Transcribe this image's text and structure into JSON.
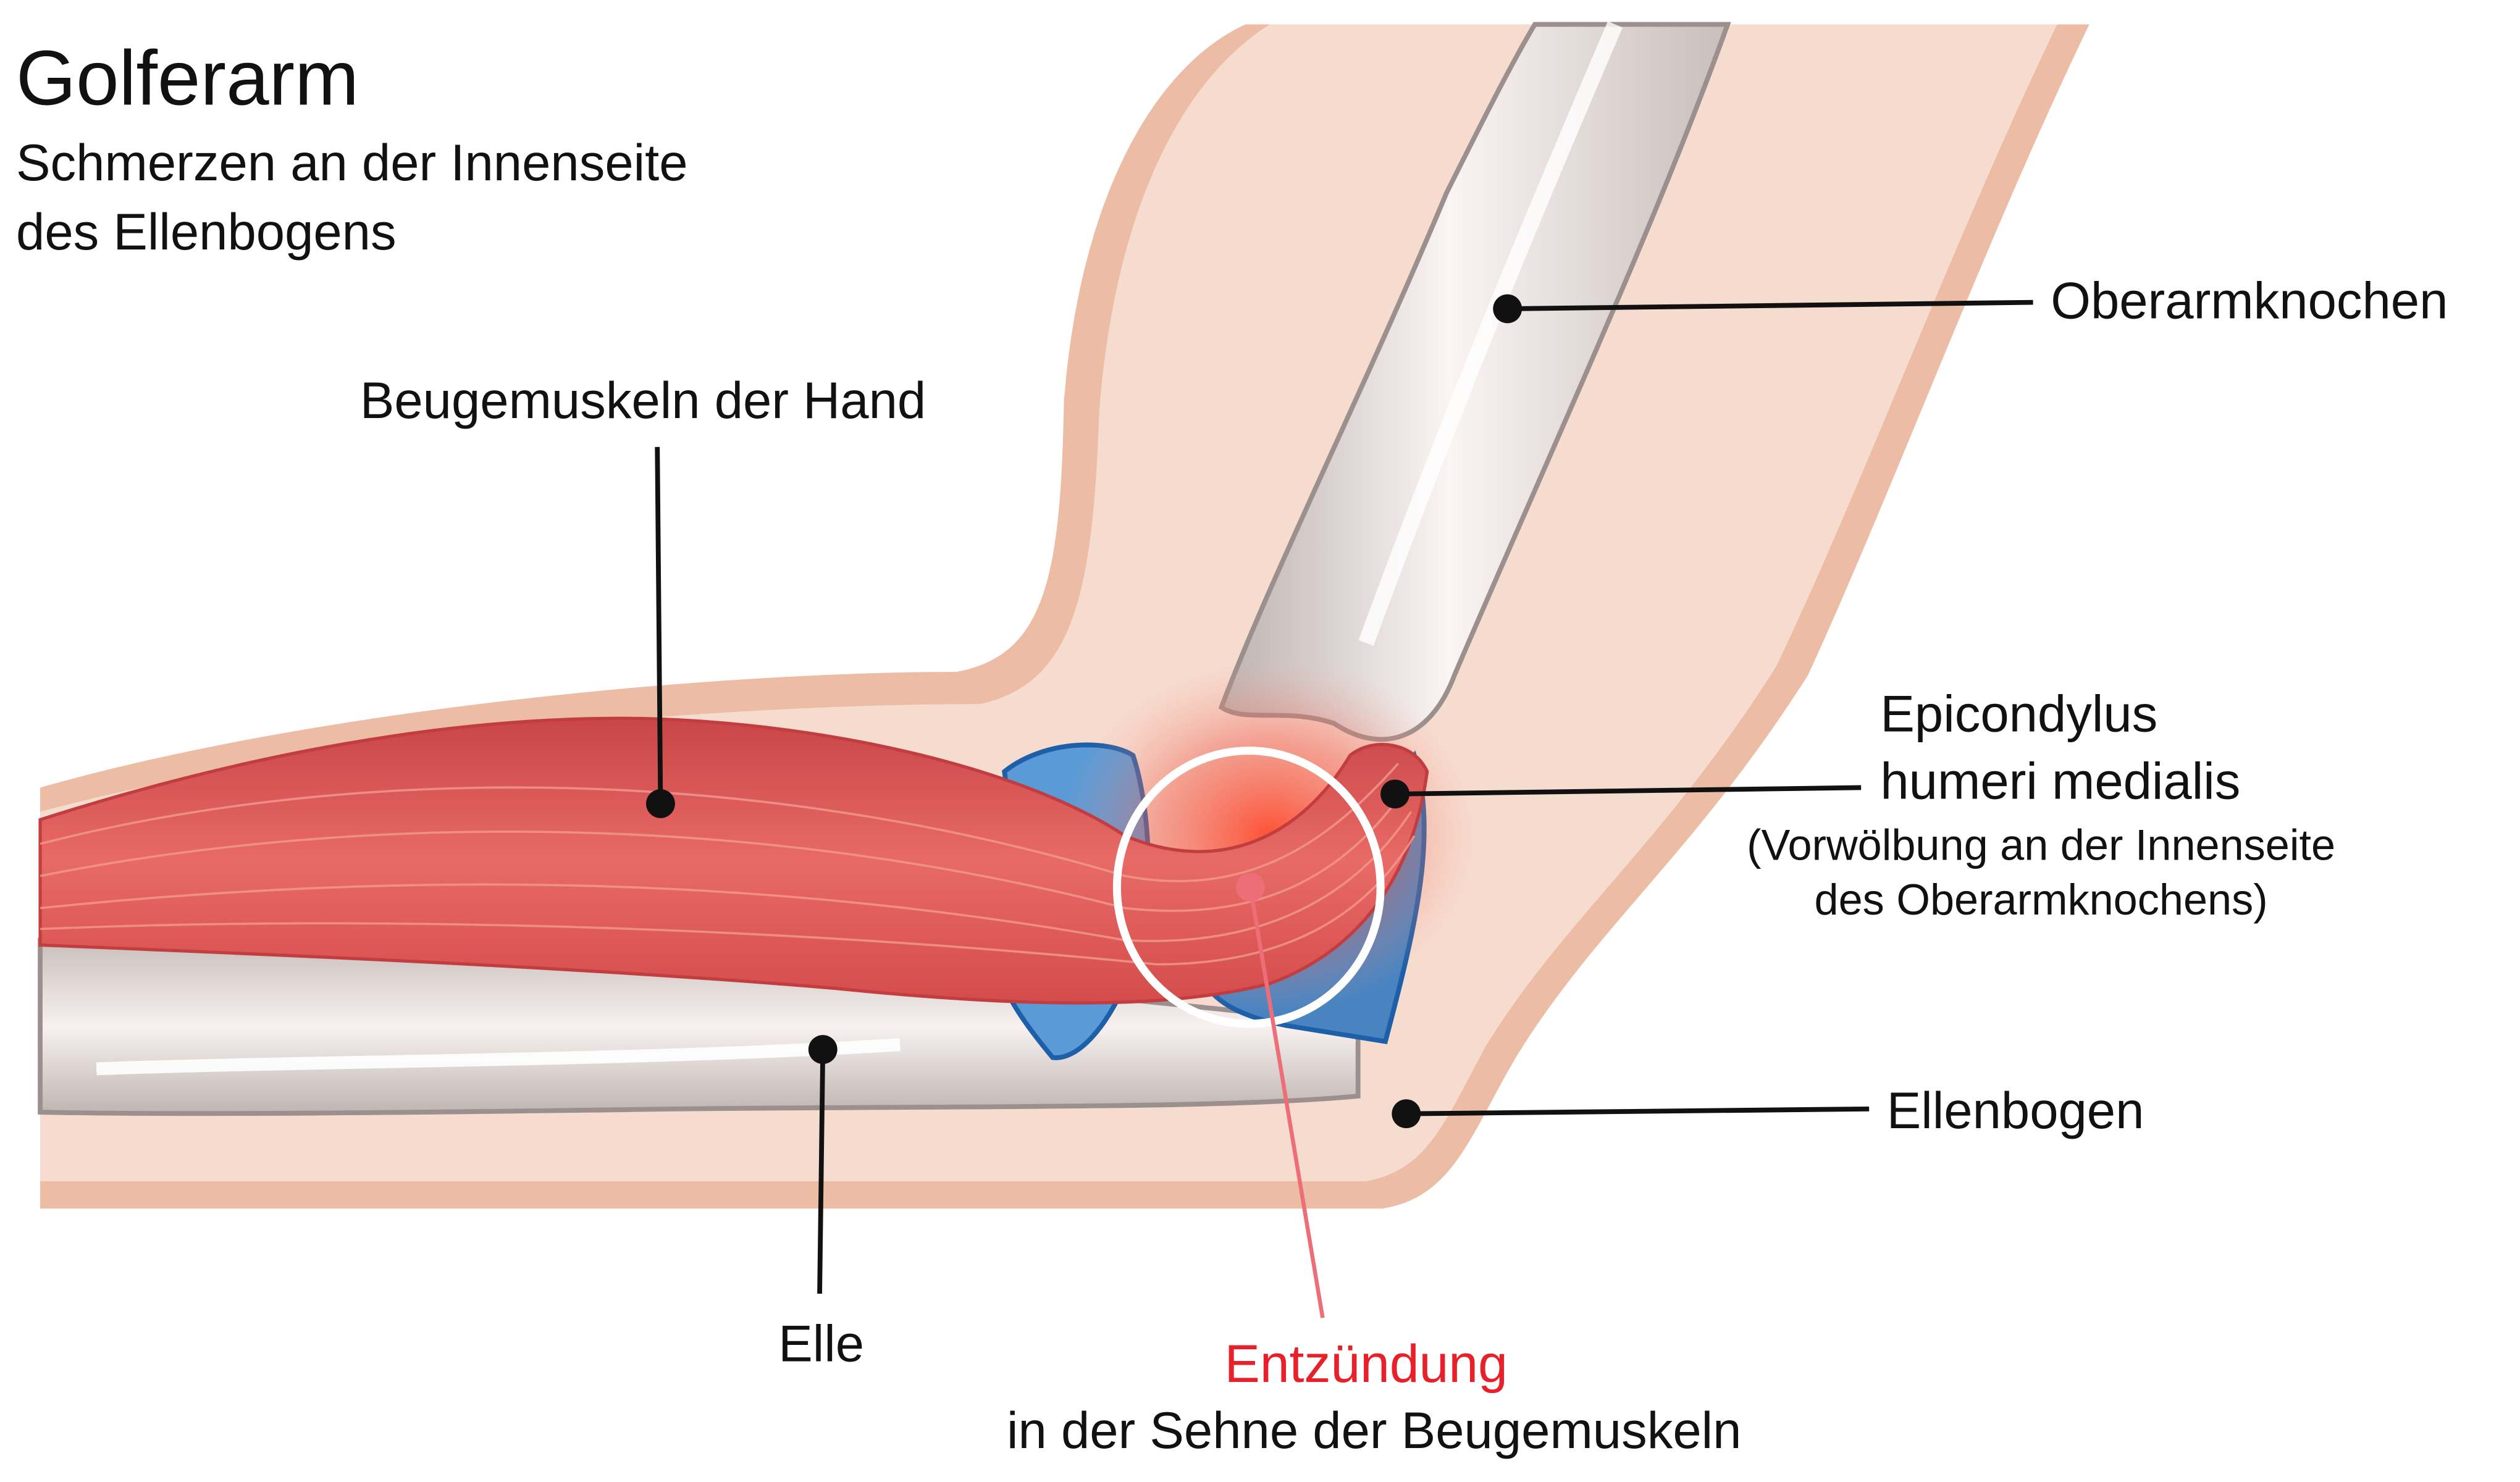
{
  "title": "Golferarm",
  "subtitle": [
    "Schmerzen an der Innenseite",
    "des Ellenbogens"
  ],
  "labels": {
    "flexors": "Beugemuskeln der Hand",
    "humerus": "Oberarmknochen",
    "epicondyle": [
      "Epicondylus",
      "humeri medialis"
    ],
    "epicondyle_note": [
      "(Vorwölbung an der Innenseite",
      "des Oberarmknochens)"
    ],
    "elbow": "Ellenbogen",
    "ulna": "Elle",
    "inflammation": "Entzündung",
    "inflammation_note": "in der Sehne der Beugemuskeln"
  },
  "colors": {
    "skin": "#f6dccf",
    "skin_outline": "#e8b397",
    "muscle": "#e05a58",
    "ligament": "#4a8fd0",
    "bone": "#d9cfcc",
    "inflammation": "#e8202a",
    "pointer_pink": "#ee6e78"
  }
}
